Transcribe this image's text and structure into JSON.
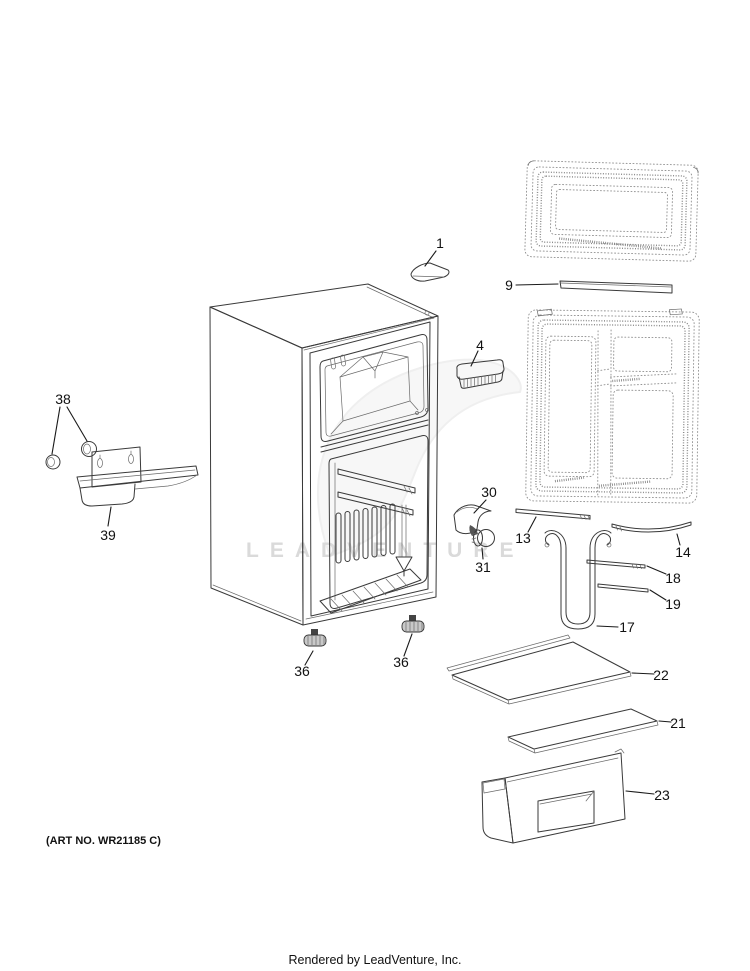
{
  "diagram": {
    "watermark": "LEADVENTURE",
    "art_no": "(ART NO. WR21185 C)",
    "footer": "Rendered by LeadVenture, Inc.",
    "callouts": {
      "c1": "1",
      "c4": "4",
      "c9": "9",
      "c13": "13",
      "c14": "14",
      "c17": "17",
      "c18": "18",
      "c19": "19",
      "c21": "21",
      "c22": "22",
      "c23": "23",
      "c30": "30",
      "c31": "31",
      "c36a": "36",
      "c36b": "36",
      "c38": "38",
      "c39": "39"
    },
    "colors": {
      "line": "#3a3a3a",
      "stipple": "#8f8f8f",
      "watermark": "#dadada"
    }
  }
}
